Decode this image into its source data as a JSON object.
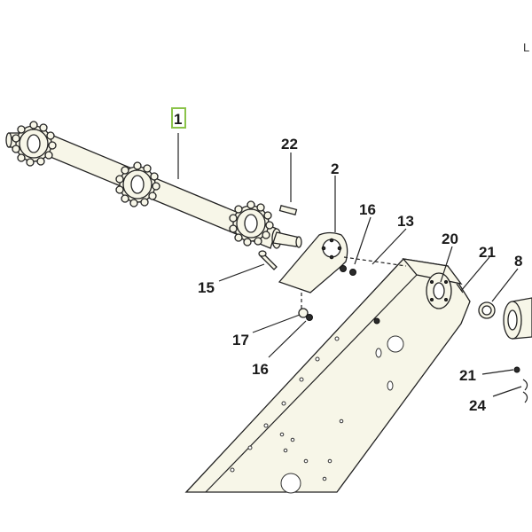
{
  "corner_text": "L",
  "highlight_color": "#8bc34a",
  "callouts": [
    {
      "id": "1",
      "text": "1",
      "highlighted": true
    },
    {
      "id": "2",
      "text": "2"
    },
    {
      "id": "8",
      "text": "8"
    },
    {
      "id": "13",
      "text": "13"
    },
    {
      "id": "15",
      "text": "15"
    },
    {
      "id": "16a",
      "text": "16"
    },
    {
      "id": "16b",
      "text": "16"
    },
    {
      "id": "17",
      "text": "17"
    },
    {
      "id": "20",
      "text": "20"
    },
    {
      "id": "21a",
      "text": "21"
    },
    {
      "id": "21b",
      "text": "21"
    },
    {
      "id": "22",
      "text": "22"
    },
    {
      "id": "24",
      "text": "24"
    }
  ]
}
